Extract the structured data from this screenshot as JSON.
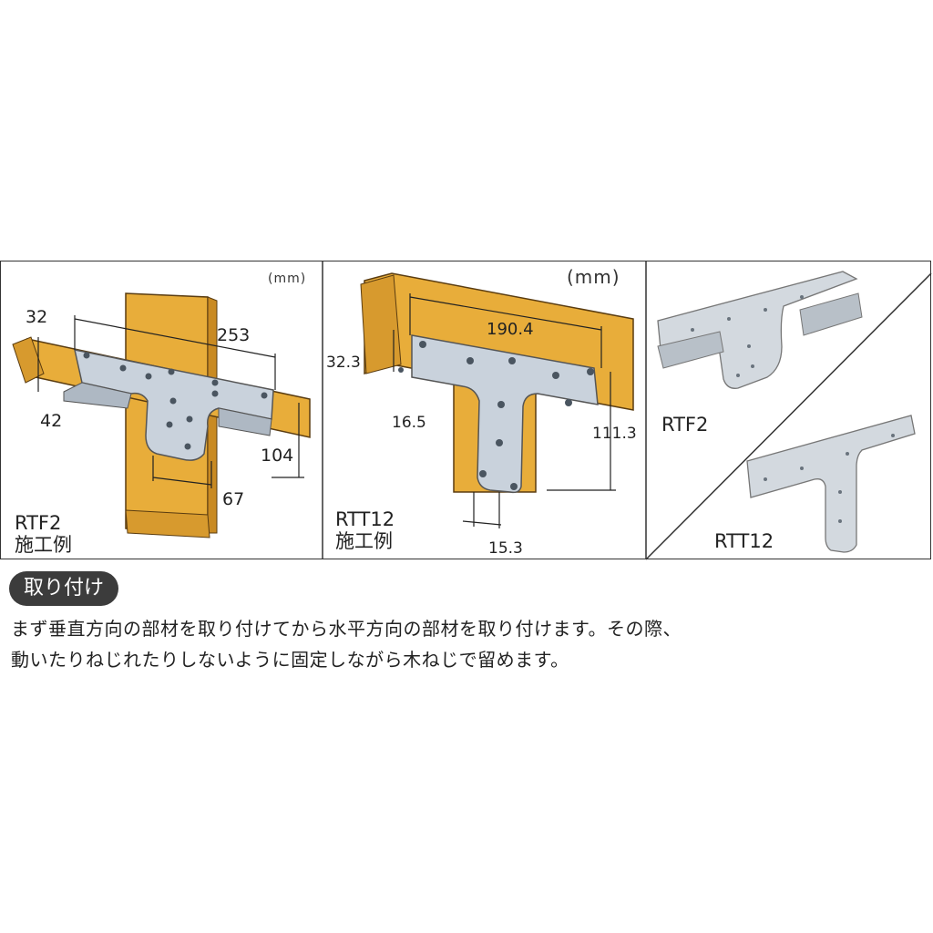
{
  "panel_left": {
    "unit": "(mm)",
    "product": "RTF2",
    "caption": "施工例",
    "dims": {
      "d32": "32",
      "d42": "42",
      "d253": "253",
      "d104": "104",
      "d67": "67"
    }
  },
  "panel_middle": {
    "unit": "(mm)",
    "product": "RTT12",
    "caption": "施工例",
    "dims": {
      "d1904": "190.4",
      "d323": "32.3",
      "d165": "16.5",
      "d1113": "111.3",
      "d153": "15.3"
    }
  },
  "panel_right": {
    "label_top": "RTF2",
    "label_bottom": "RTT12"
  },
  "install": {
    "heading": "取り付け",
    "line1": "まず垂直方向の部材を取り付けてから水平方向の部材を取り付けます。その際、",
    "line2": "動いたりねじれたりしないように固定しながら木ねじで留めます。"
  },
  "colors": {
    "wood": "#e8ad3a",
    "wood_dark": "#c98a22",
    "metal": "#c9d2dc",
    "metal_dark": "#8e9aa6",
    "pill": "#3c3c3c"
  }
}
